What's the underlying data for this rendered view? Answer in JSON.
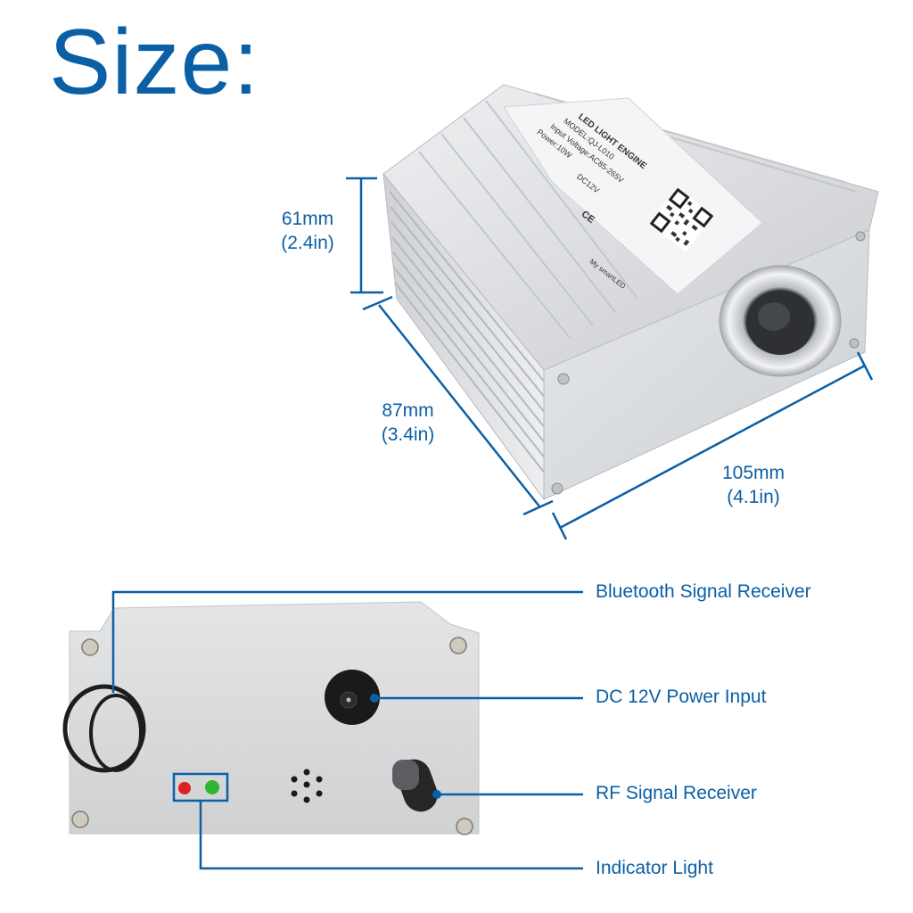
{
  "title": "Size:",
  "colors": {
    "accent": "#0b5fa5",
    "housing": "#d8d9db",
    "led_red": "#e02020",
    "led_green": "#2fb52f"
  },
  "dimensions": {
    "height": {
      "mm": "61mm",
      "in": "(2.4in)"
    },
    "depth": {
      "mm": "87mm",
      "in": "(3.4in)"
    },
    "width": {
      "mm": "105mm",
      "in": "(4.1in)"
    }
  },
  "product_label": {
    "heading": "LED LIGHT ENGINE",
    "model": "MODEL:QJ-L010",
    "input_voltage": "Input Voltage:AC85-265V",
    "power": "Power:10W",
    "output": "DC12V",
    "app": "My smartLED",
    "cert": "CE"
  },
  "callouts": [
    {
      "label": "Bluetooth Signal Receiver"
    },
    {
      "label": "DC 12V Power Input"
    },
    {
      "label": "RF Signal Receiver"
    },
    {
      "label": "Indicator Light"
    }
  ]
}
